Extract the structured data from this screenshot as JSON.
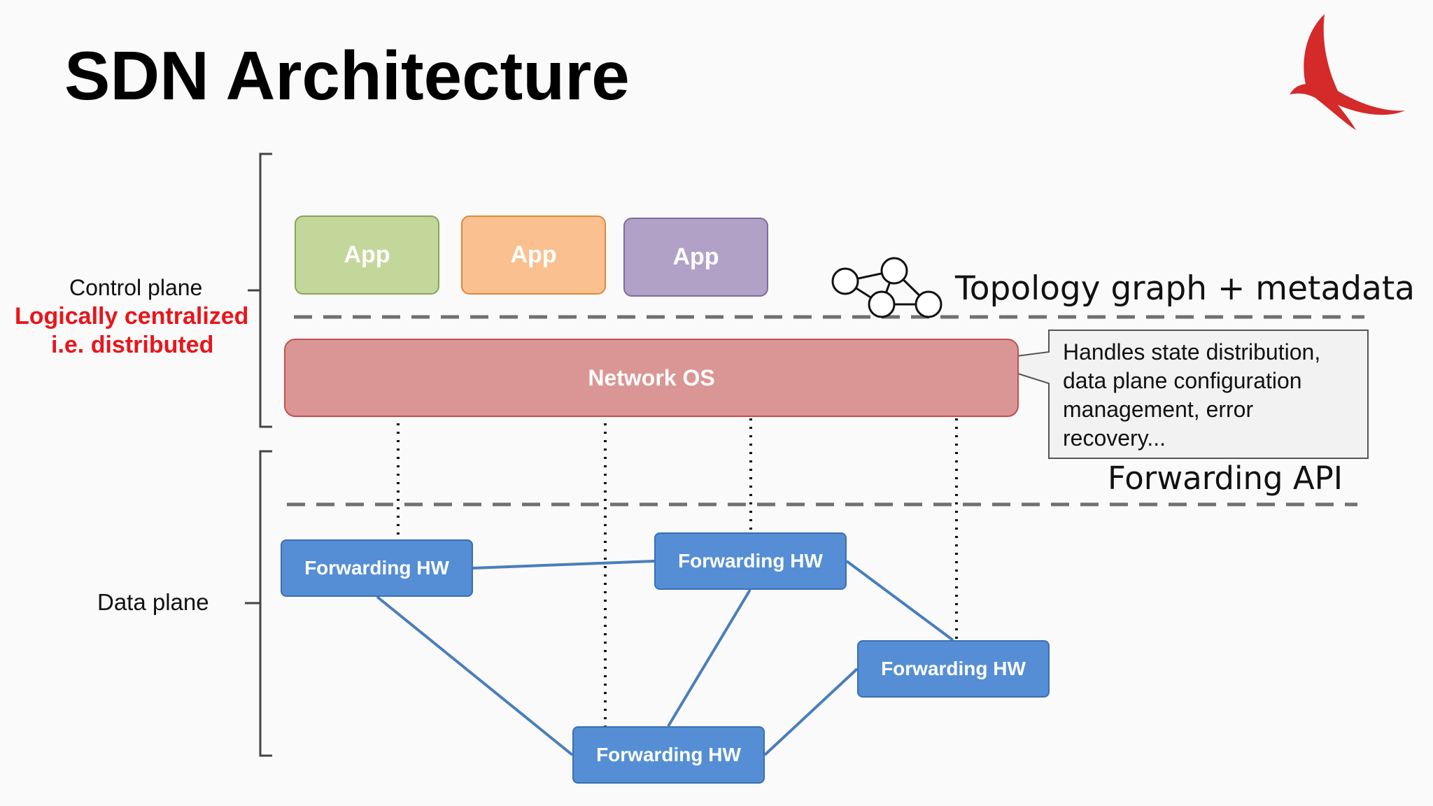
{
  "slide": {
    "title": "SDN Architecture"
  },
  "control_plane": {
    "label": "Control plane",
    "note_line1": "Logically centralized",
    "note_line2": "i.e. distributed",
    "note_color": "#e8161a"
  },
  "data_plane": {
    "label": "Data  plane"
  },
  "apps": [
    {
      "label": "App",
      "fill": "#c4d79b",
      "border": "#8aa35a"
    },
    {
      "label": "App",
      "fill": "#fac090",
      "border": "#e0873a"
    },
    {
      "label": "App",
      "fill": "#b2a1c7",
      "border": "#7f6a9c"
    }
  ],
  "topology": {
    "label": "Topology graph + metadata",
    "icon": "graph-icon"
  },
  "network_os": {
    "label": "Network OS",
    "fill": "#da9694",
    "border": "#c0504d"
  },
  "callout": {
    "lines": [
      "Handles state distribution,",
      "data plane configuration",
      "management, error",
      "recovery..."
    ]
  },
  "forwarding_api": {
    "label": "Forwarding API"
  },
  "forwarding_hw": [
    {
      "label": "Forwarding HW"
    },
    {
      "label": "Forwarding HW"
    },
    {
      "label": "Forwarding HW"
    },
    {
      "label": "Forwarding HW"
    }
  ],
  "colors": {
    "hw_fill": "#558ed5",
    "hw_border": "#3a6fb3",
    "link": "#4a7ebb",
    "dash": "#707070",
    "logo": "#d42a2a"
  },
  "logo": {
    "icon": "bird-logo-icon"
  }
}
